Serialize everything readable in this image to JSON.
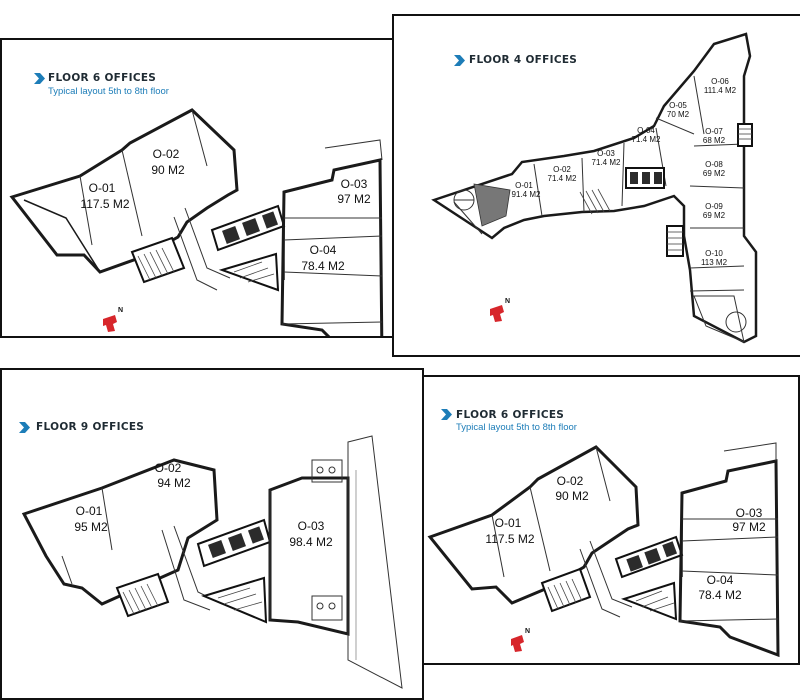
{
  "panels": [
    {
      "title": "FLOOR 6 OFFICES",
      "subtitle": "Typical layout 5th to 8th floor",
      "offices": [
        {
          "id": "O-01",
          "area": "117.5 M2"
        },
        {
          "id": "O-02",
          "area": "90 M2"
        },
        {
          "id": "O-03",
          "area": "97 M2"
        },
        {
          "id": "O-04",
          "area": "78.4 M2"
        }
      ],
      "north": "N"
    },
    {
      "title": "FLOOR 4 OFFICES",
      "offices": [
        {
          "id": "O-01",
          "area": "91.4 M2"
        },
        {
          "id": "O-02",
          "area": "71.4 M2"
        },
        {
          "id": "O-03",
          "area": "71.4 M2"
        },
        {
          "id": "O-04",
          "area": "71.4 M2"
        },
        {
          "id": "O-05",
          "area": "70 M2"
        },
        {
          "id": "O-06",
          "area": "111.4 M2"
        },
        {
          "id": "O-07",
          "area": "68 M2"
        },
        {
          "id": "O-08",
          "area": "69 M2"
        },
        {
          "id": "O-09",
          "area": "69 M2"
        },
        {
          "id": "O-10",
          "area": "113 M2"
        }
      ],
      "north": "N"
    },
    {
      "title": "FLOOR 9 OFFICES",
      "offices": [
        {
          "id": "O-01",
          "area": "95 M2"
        },
        {
          "id": "O-02",
          "area": "94 M2"
        },
        {
          "id": "O-03",
          "area": "98.4 M2"
        }
      ]
    },
    {
      "title": "FLOOR 6 OFFICES",
      "subtitle": "Typical layout 5th to 8th floor",
      "offices": [
        {
          "id": "O-01",
          "area": "117.5 M2"
        },
        {
          "id": "O-02",
          "area": "90 M2"
        },
        {
          "id": "O-03",
          "area": "97 M2"
        },
        {
          "id": "O-04",
          "area": "78.4 M2"
        }
      ],
      "north": "N"
    }
  ],
  "colors": {
    "title": "#1f2b33",
    "subtitle": "#1d7db8",
    "chevron": "#1d7db8",
    "north": "#d7262b"
  },
  "icons": {
    "chevron": "chevron-right-icon",
    "north": "north-arrow-icon"
  }
}
